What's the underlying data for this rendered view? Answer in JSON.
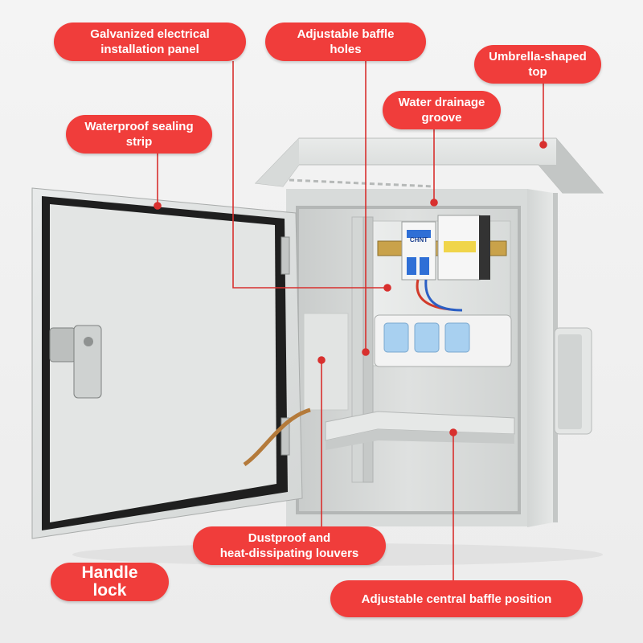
{
  "callouts": {
    "galvanized": "Galvanized electrical\ninstallation panel",
    "baffle_holes": "Adjustable baffle\nholes",
    "umbrella_top": "Umbrella-shaped\ntop",
    "drainage": "Water drainage\ngroove",
    "sealing_strip": "Waterproof sealing\nstrip",
    "dustproof": "Dustproof and\nheat-dissipating louvers",
    "handle_lock": "Handle\nlock",
    "central_baffle": "Adjustable central baffle position"
  },
  "breaker_brand": "CHNT",
  "colors": {
    "callout_bg": "#f03d3b",
    "callout_text": "#ffffff",
    "leader_line": "#d8302e",
    "cabinet_body": "#dcdedd",
    "door_seal": "#1f1f1f",
    "socket_face": "#a8d0f0",
    "breaker_toggle": "#2f6fd6"
  }
}
